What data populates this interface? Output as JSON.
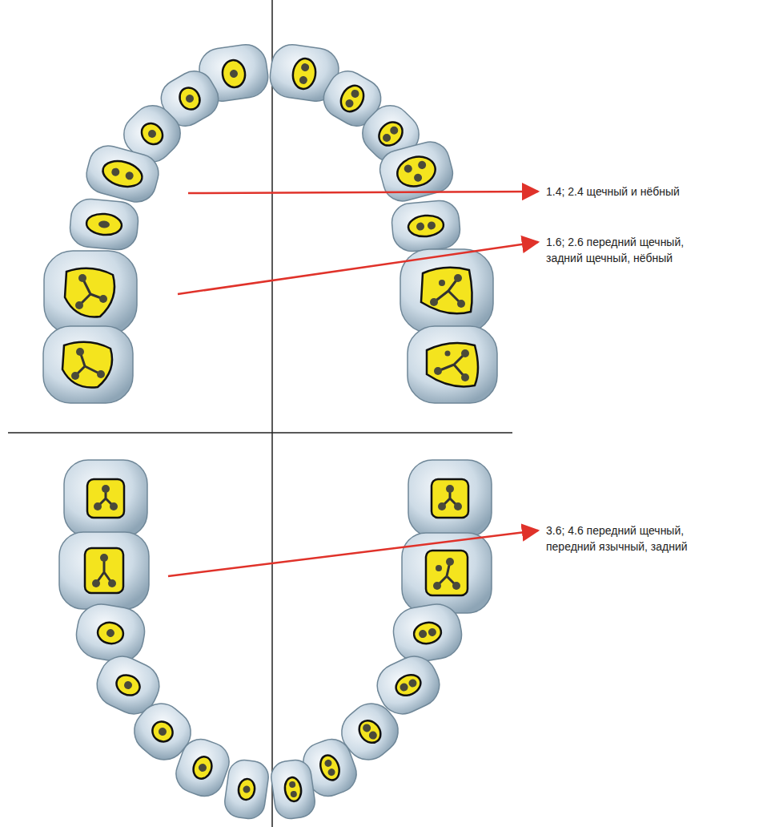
{
  "diagram": {
    "labels": [
      "1.4; 2.4 щечный и нёбный",
      "1.6; 2.6 передний щечный, задний щечный, нёбный",
      "3.6; 4.6 передний щечный, передний язычный, задний"
    ]
  }
}
